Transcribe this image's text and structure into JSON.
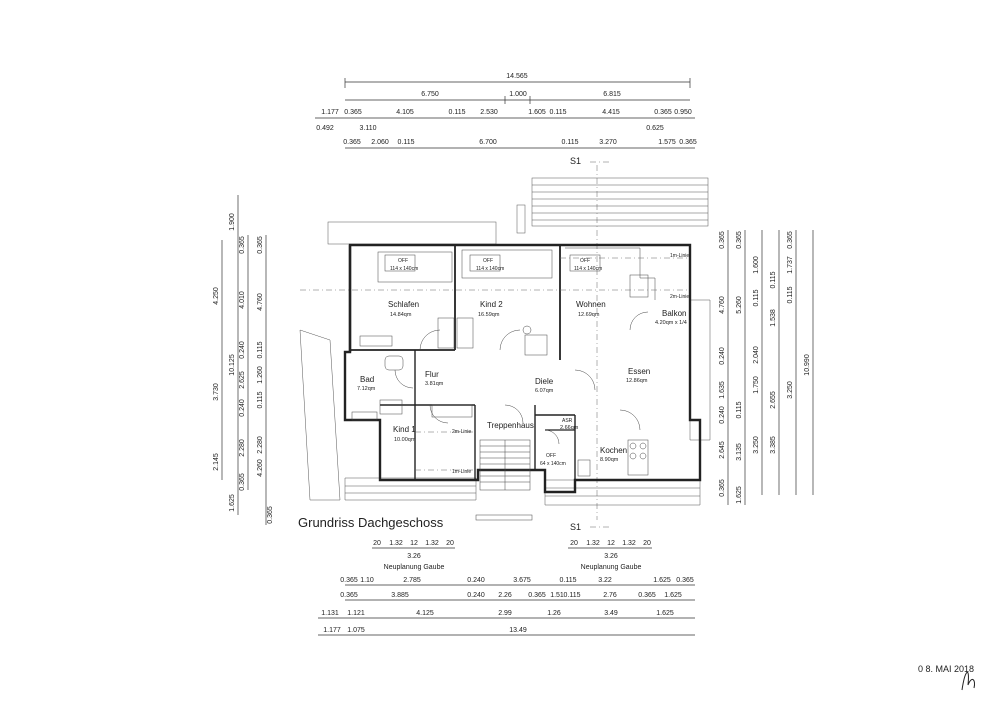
{
  "plan_title": "Grundriss Dachgeschoss",
  "date_stamp": "0 8. MAI 2018",
  "section_marker": "S1",
  "rooms": [
    {
      "key": "schlafen",
      "name": "Schlafen",
      "area": "14.84qm"
    },
    {
      "key": "kind2",
      "name": "Kind 2",
      "area": "16.59qm"
    },
    {
      "key": "wohnen",
      "name": "Wohnen",
      "area": "12.69qm"
    },
    {
      "key": "balkon",
      "name": "Balkon",
      "area": "4.20qm x 1/4"
    },
    {
      "key": "bad",
      "name": "Bad",
      "area": "7.12qm"
    },
    {
      "key": "flur",
      "name": "Flur",
      "area": "3.81qm"
    },
    {
      "key": "diele",
      "name": "Diele",
      "area": "6.07qm"
    },
    {
      "key": "essen",
      "name": "Essen",
      "area": "12.86qm"
    },
    {
      "key": "kind1",
      "name": "Kind 1",
      "area": "10.00qm"
    },
    {
      "key": "treppenhaus",
      "name": "Treppenhaus",
      "area": ""
    },
    {
      "key": "asr",
      "name": "ASR",
      "area": "2.66qm"
    },
    {
      "key": "kochen",
      "name": "Kochen",
      "area": "8.90qm"
    }
  ],
  "windows": {
    "off_label": "OFF",
    "large_size": "114 x 140cm",
    "small_size": "64 x 140cm"
  },
  "line_labels": {
    "m1": "1m-Linie",
    "m2": "2m-Linie"
  },
  "gaube_label": "Neuplanung Gaube",
  "gaube_dims": {
    "parts": [
      "20",
      "1.32",
      "12",
      "1.32",
      "20"
    ],
    "total": "3.26"
  },
  "top_dims": {
    "overall": "14.565",
    "row1": [
      "6.750",
      "1.000",
      "6.815"
    ],
    "row2": [
      "1.177",
      "0.365",
      "4.105",
      "0.115",
      "2.530",
      "1.605",
      "0.115",
      "4.415",
      "0.365",
      "0.950"
    ],
    "row3": [
      "0.492",
      "3.110",
      "0.625"
    ],
    "row4": [
      "0.365",
      "2.060",
      "0.115",
      "6.700",
      "0.115",
      "3.270",
      "1.575",
      "0.365"
    ]
  },
  "bottom_dims": {
    "row1": [
      "0.365",
      "1.10",
      "2.785",
      "0.240",
      "3.675",
      "0.115",
      "3.22",
      "1.625",
      "0.365"
    ],
    "row2": [
      "0.365",
      "3.885",
      "0.240",
      "2.26",
      "0.365",
      "1.51",
      "0.115",
      "2.76",
      "0.365",
      "1.625"
    ],
    "row3": [
      "1.131",
      "1.121",
      "4.125",
      "2.99",
      "1.26",
      "3.49",
      "1.625"
    ],
    "row4": [
      "1.177",
      "1.075",
      "13.49"
    ]
  },
  "left_dims": {
    "outer": [
      "1.900",
      "10.125",
      "1.625"
    ],
    "mid1": [
      "4.250",
      "3.730",
      "2.145"
    ],
    "mid2": [
      "0.365",
      "4.010",
      "0.240",
      "2.625",
      "0.240",
      "2.280",
      "0.365"
    ],
    "mid3": [
      "0.365",
      "4.760",
      "0.115",
      "1.260",
      "0.115",
      "2.280",
      "4.260",
      "0.365"
    ]
  },
  "right_dims": {
    "col1": [
      "0.365",
      "4.760",
      "0.240",
      "1.635",
      "0.240",
      "2.645",
      "0.365"
    ],
    "col2": [
      "0.365",
      "5.260",
      "0.115",
      "3.135",
      "1.625"
    ],
    "col3": [
      "1.600",
      "0.115",
      "2.040",
      "1.750",
      "3.250"
    ],
    "col4": [
      "0.115",
      "1.538",
      "2.655",
      "3.385"
    ],
    "col5": [
      "0.365",
      "1.737",
      "0.115",
      "3.250"
    ],
    "overall": "10.990"
  }
}
